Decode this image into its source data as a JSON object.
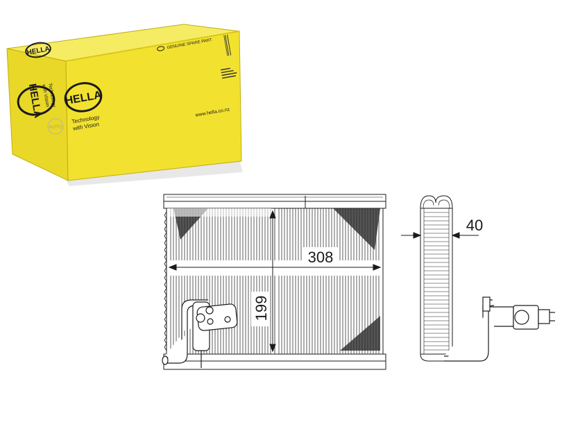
{
  "box": {
    "brand": "HELLA",
    "slogan_line1": "Technology",
    "slogan_line2": "with Vision",
    "top_label": "GENUINE SPARE PART",
    "website": "www.hella.co.nz",
    "colors": {
      "box_front": "#f0e12e",
      "box_side": "#e6d21c",
      "box_top": "#f7ee6e",
      "brand_ink": "#1a1a1a"
    }
  },
  "watermark": {
    "text": "AUTO"
  },
  "dimensions": {
    "width": "308",
    "height": "199",
    "depth": "40"
  },
  "drawing": {
    "line_color": "#1a1a1a",
    "icons": [
      "evaporator-front-view-drawing",
      "evaporator-side-view-drawing",
      "hella-logo-icon"
    ]
  }
}
